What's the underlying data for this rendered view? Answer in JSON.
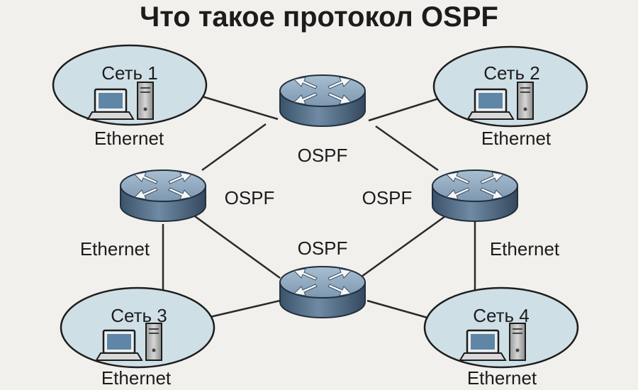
{
  "title": "Что такое протокол OSPF",
  "networks": [
    {
      "name": "Сеть 1",
      "medium": "Ethernet"
    },
    {
      "name": "Сеть 2",
      "medium": "Ethernet"
    },
    {
      "name": "Сеть 3",
      "medium": "Ethernet"
    },
    {
      "name": "Сеть 4",
      "medium": "Ethernet"
    }
  ],
  "link_labels": {
    "top": "OSPF",
    "left": "OSPF",
    "right": "OSPF",
    "bottom": "OSPF",
    "left_ethernet": "Ethernet",
    "right_ethernet": "Ethernet"
  },
  "colors": {
    "background": "#f2f0ec",
    "cloud_fill": "#cfdfe6",
    "router_top": "#8fa7be",
    "router_body": "#4e6983",
    "link": "#2a2a2a"
  },
  "icons": [
    "router-icon",
    "monitor-icon",
    "server-tower-icon"
  ]
}
